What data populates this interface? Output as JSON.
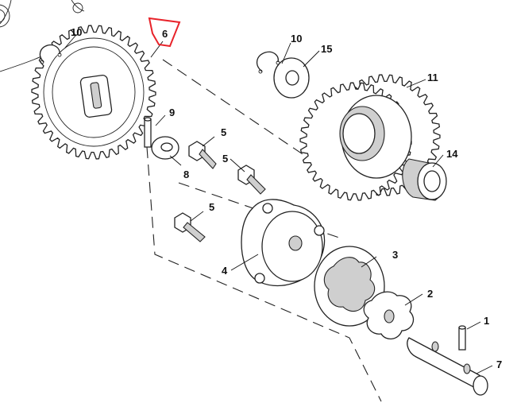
{
  "callouts": {
    "c1": "1",
    "c2": "2",
    "c3": "3",
    "c4": "4",
    "c5a": "5",
    "c5b": "5",
    "c5c": "5",
    "c6": "6",
    "c7": "7",
    "c8": "8",
    "c9": "9",
    "c10a": "10",
    "c10b": "10",
    "c11": "11",
    "c14": "14",
    "c15": "15"
  },
  "colors": {
    "highlight": "#e8232a",
    "line": "#222222",
    "shade": "#cfcfcf"
  }
}
